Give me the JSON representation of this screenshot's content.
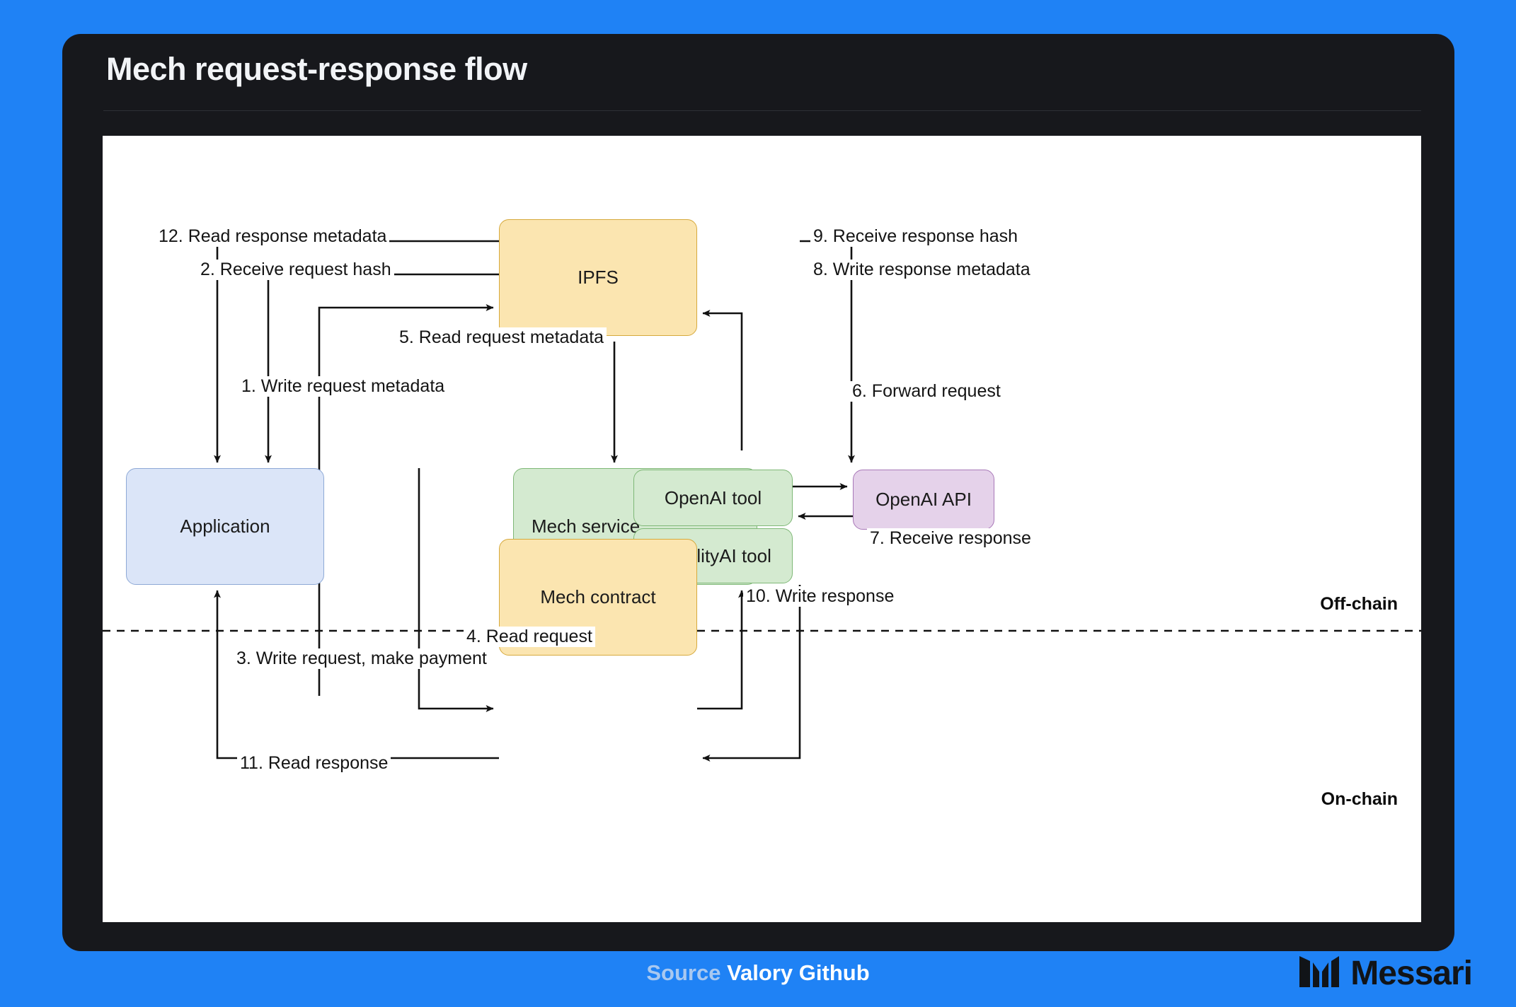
{
  "panel": {
    "title": "Mech request-response flow"
  },
  "footer": {
    "source_word": "Source",
    "source_value": "Valory Github",
    "brand": "Messari",
    "brand_mark": "messari-logo-icon"
  },
  "diagram": {
    "type": "flow",
    "nodes": [
      {
        "id": "application",
        "label": "Application",
        "color": "#dbe5f8",
        "border": "#8ea9d6",
        "zone": "off-chain"
      },
      {
        "id": "ipfs",
        "label": "IPFS",
        "color": "#fbe5b0",
        "border": "#d6a93c",
        "zone": "off-chain"
      },
      {
        "id": "mech-service",
        "label": "Mech service",
        "color": "#d4ead0",
        "border": "#7fb877",
        "zone": "off-chain"
      },
      {
        "id": "openai-tool",
        "label": "OpenAI tool",
        "color": "#d4ead0",
        "border": "#7fb877",
        "zone": "off-chain"
      },
      {
        "id": "stabilityai-tool",
        "label": "StabilityAI tool",
        "color": "#d4ead0",
        "border": "#7fb877",
        "zone": "off-chain"
      },
      {
        "id": "openai-api",
        "label": "OpenAI API",
        "color": "#e5d2ea",
        "border": "#a878b8",
        "zone": "off-chain"
      },
      {
        "id": "mech-contract",
        "label": "Mech contract",
        "color": "#fbe5b0",
        "border": "#d6a93c",
        "zone": "on-chain"
      }
    ],
    "zones": [
      {
        "id": "off-chain",
        "label": "Off-chain"
      },
      {
        "id": "on-chain",
        "label": "On-chain"
      }
    ],
    "edges": [
      {
        "step": 1,
        "label": "1. Write request metadata",
        "from": "application",
        "to": "ipfs"
      },
      {
        "step": 2,
        "label": "2. Receive request hash",
        "from": "ipfs",
        "to": "application"
      },
      {
        "step": 3,
        "label": "3. Write request, make payment",
        "from": "application",
        "to": "mech-contract"
      },
      {
        "step": 4,
        "label": "4. Read request",
        "from": "mech-contract",
        "to": "mech-service"
      },
      {
        "step": 5,
        "label": "5. Read request metadata",
        "from": "ipfs",
        "to": "mech-service"
      },
      {
        "step": 6,
        "label": "6. Forward request",
        "from": "openai-tool",
        "to": "openai-api"
      },
      {
        "step": 7,
        "label": "7. Receive response",
        "from": "openai-api",
        "to": "openai-tool"
      },
      {
        "step": 8,
        "label": "8. Write response metadata",
        "from": "mech-service",
        "to": "ipfs"
      },
      {
        "step": 9,
        "label": "9. Receive response hash",
        "from": "ipfs",
        "to": "mech-service"
      },
      {
        "step": 10,
        "label": "10. Write response",
        "from": "mech-service",
        "to": "mech-contract"
      },
      {
        "step": 11,
        "label": "11. Read response",
        "from": "mech-contract",
        "to": "application"
      },
      {
        "step": 12,
        "label": "12. Read response metadata",
        "from": "ipfs",
        "to": "application"
      }
    ]
  }
}
